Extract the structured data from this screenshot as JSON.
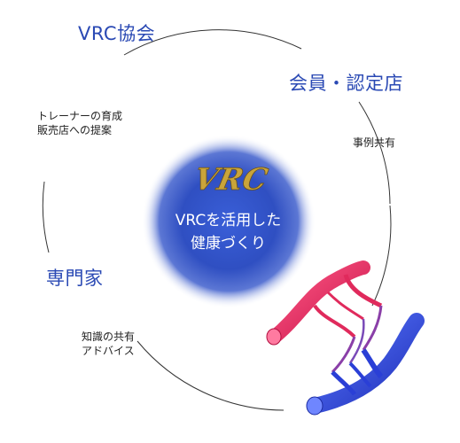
{
  "nodes": {
    "vrc_association": "VRC協会",
    "members": "会員・認定店",
    "experts": "専門家"
  },
  "captions": {
    "trainer_line1": "トレーナーの育成",
    "trainer_line2": "販売店への提案",
    "case_sharing": "事例共有",
    "knowledge_line1": "知識の共有",
    "knowledge_line2": "アドバイス"
  },
  "center": {
    "logo": "VRC",
    "line1": "VRCを活用した",
    "line2": "健康づくり"
  },
  "colors": {
    "title_blue": "#2a49b4",
    "circle_blue": "#2f4fc2",
    "artery_red": "#e02a5c",
    "vein_blue": "#2a3fd6",
    "ring_gray": "#333333"
  }
}
